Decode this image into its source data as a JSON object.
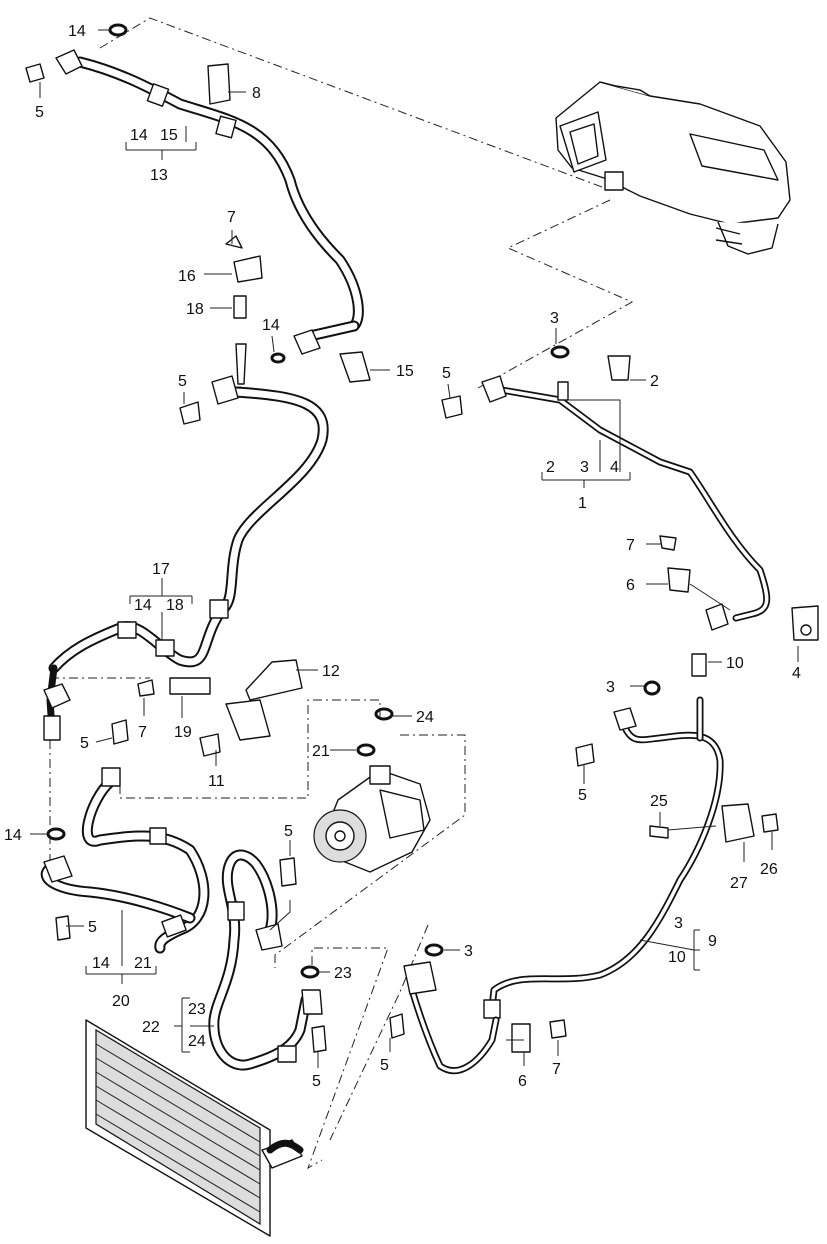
{
  "labels": {
    "l14_top": "14",
    "l5_top": "5",
    "l8": "8",
    "l14_g13": "14",
    "l15_g13": "15",
    "l13": "13",
    "l7_top": "7",
    "l16": "16",
    "l18_top": "18",
    "l14_mid": "14",
    "l15_mid": "15",
    "l5_mid": "5",
    "l3_top": "3",
    "l2": "2",
    "l5_right": "5",
    "l2_g1": "2",
    "l3_g1": "3",
    "l4_g1": "4",
    "l1": "1",
    "l7_right": "7",
    "l6_right": "6",
    "l4_right": "4",
    "l17": "17",
    "l14_g17": "14",
    "l18_g17": "18",
    "l12": "12",
    "l7_mid": "7",
    "l19": "19",
    "l11": "11",
    "l5_left": "5",
    "l24_top": "24",
    "l21_mid": "21",
    "l3_right": "3",
    "l10_right": "10",
    "l5_right2": "5",
    "l14_left": "14",
    "l5_left2": "5",
    "l14_g20": "14",
    "l21_g20": "21",
    "l20": "20",
    "l5_center": "5",
    "l25": "25",
    "l27": "27",
    "l26": "26",
    "l3_g9": "3",
    "l10_g9": "10",
    "l9": "9",
    "l3_low": "3",
    "l23_low": "23",
    "l22": "22",
    "l23_g22": "23",
    "l24_g22": "24",
    "l5_low": "5",
    "l5_low2": "5",
    "l6_low": "6",
    "l7_low": "7"
  }
}
